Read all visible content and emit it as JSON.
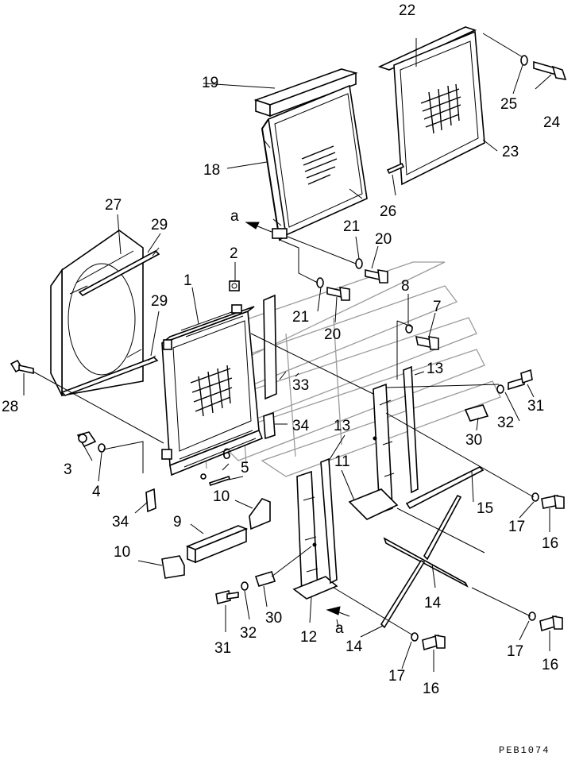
{
  "diagram": {
    "drawing_code": "PEB1074",
    "view_marker": "a",
    "callouts": [
      "1",
      "2",
      "3",
      "4",
      "5",
      "6",
      "7",
      "8",
      "9",
      "10",
      "11",
      "12",
      "13",
      "14",
      "15",
      "16",
      "17",
      "19",
      "18",
      "20",
      "21",
      "22",
      "23",
      "24",
      "25",
      "26",
      "27",
      "28",
      "29",
      "30",
      "31",
      "32",
      "33",
      "34"
    ]
  }
}
